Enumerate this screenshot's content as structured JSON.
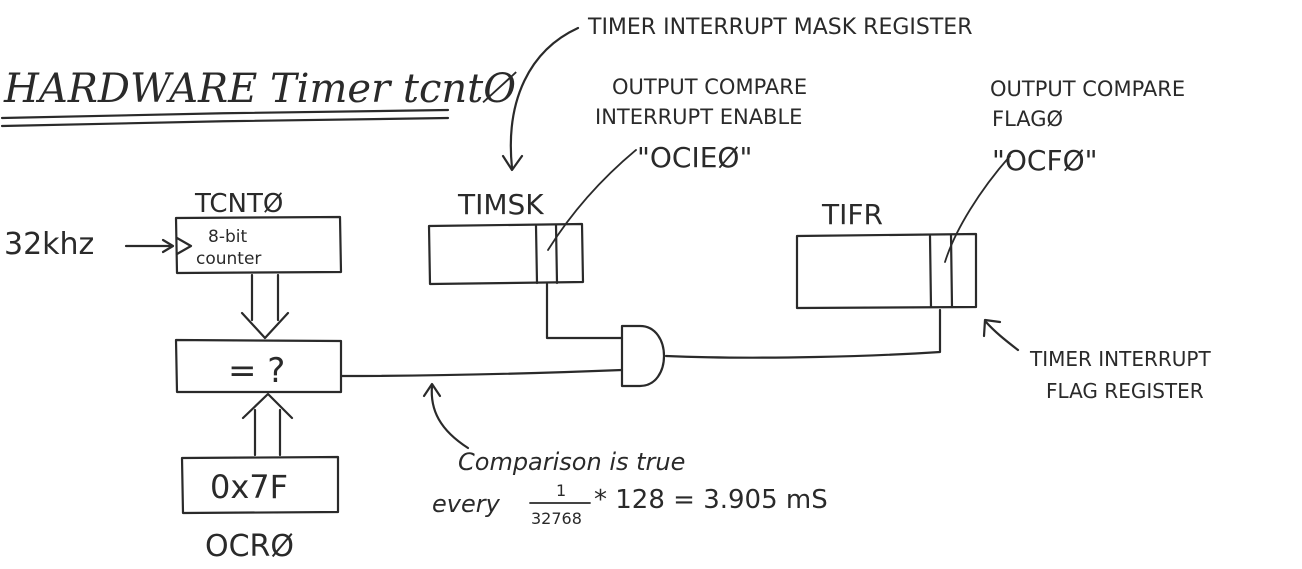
{
  "title": "HARDWARE Timer tcntØ",
  "counter": {
    "name": "TCNTØ",
    "clock": "32khz",
    "line1": "8-bit",
    "line2": "counter"
  },
  "comparator": {
    "symbol": "= ?"
  },
  "ocr": {
    "value": "0x7F",
    "name": "OCRØ"
  },
  "timsk": {
    "name": "TIMSK",
    "register_label": "TIMER INTERRUPT MASK REGISTER",
    "bit_line1": "OUTPUT COMPARE",
    "bit_line2": "INTERRUPT ENABLE",
    "bit_name": "\"OCIEØ\""
  },
  "tifr": {
    "name": "TIFR",
    "flag_line1": "OUTPUT COMPARE",
    "flag_line2": "FLAGØ",
    "flag_name": "\"OCFØ\"",
    "register_line1": "TIMER INTERRUPT",
    "register_line2": "FLAG REGISTER"
  },
  "note": {
    "line1": "Comparison is true",
    "prefix": "every",
    "numerator": "1",
    "denominator": "32768",
    "expression": "* 128 = 3.905 mS"
  }
}
